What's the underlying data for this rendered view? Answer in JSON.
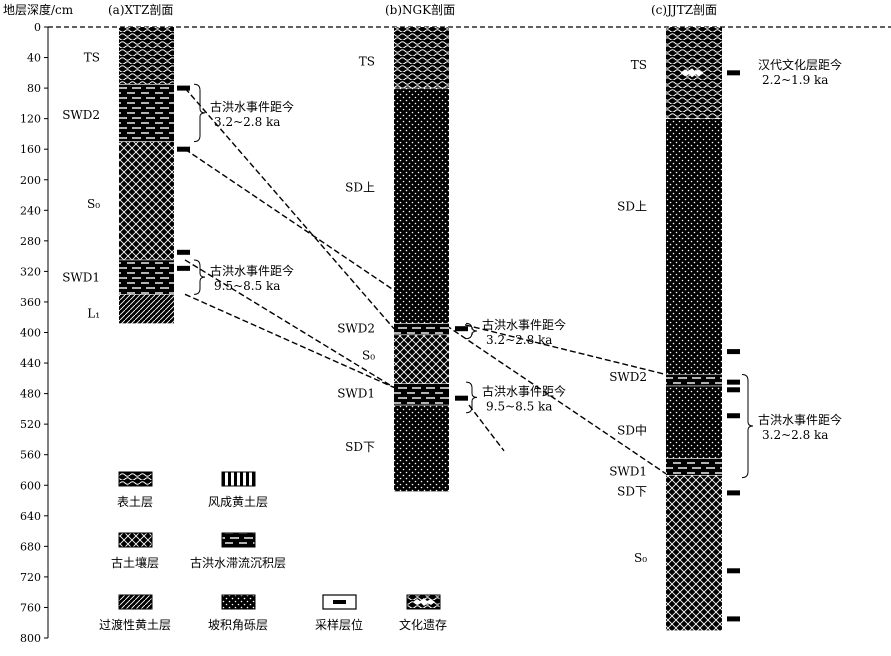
{
  "axis": {
    "title": "地层深度/cm",
    "range": [
      0,
      800
    ],
    "ticks": [
      "0",
      "40",
      "80",
      "120",
      "160",
      "200",
      "240",
      "280",
      "320",
      "360",
      "400",
      "440",
      "480",
      "520",
      "560",
      "600",
      "640",
      "680",
      "720",
      "760",
      "800"
    ]
  },
  "sections": [
    {
      "id": "xtz",
      "title": "(a)XTZ剖面",
      "layers": [
        {
          "from": 0,
          "to": 75,
          "type": "topsoil"
        },
        {
          "from": 75,
          "to": 150,
          "type": "flood"
        },
        {
          "from": 150,
          "to": 305,
          "type": "paleosol"
        },
        {
          "from": 305,
          "to": 350,
          "type": "flood"
        },
        {
          "from": 350,
          "to": 388,
          "type": "transitional"
        }
      ],
      "labels": [
        {
          "text": "TS",
          "depth": 40
        },
        {
          "text": "SWD2",
          "depth": 115
        },
        {
          "text": "S₀",
          "depth": 232
        },
        {
          "text": "SWD1",
          "depth": 328
        },
        {
          "text": "L₁",
          "depth": 375
        }
      ],
      "samples": [
        80,
        160,
        295,
        316
      ],
      "notes": [
        {
          "line1": "古洪水事件距今",
          "line2": "3.2~2.8 ka",
          "from": 75,
          "to": 150
        },
        {
          "line1": "古洪水事件距今",
          "line2": "9.5~8.5 ka",
          "from": 305,
          "to": 350
        }
      ]
    },
    {
      "id": "ngk",
      "title": "(b)NGK剖面",
      "layers": [
        {
          "from": 0,
          "to": 80,
          "type": "topsoil"
        },
        {
          "from": 80,
          "to": 388,
          "type": "colluvial"
        },
        {
          "from": 388,
          "to": 403,
          "type": "flood"
        },
        {
          "from": 403,
          "to": 467,
          "type": "paleosol"
        },
        {
          "from": 467,
          "to": 495,
          "type": "flood"
        },
        {
          "from": 495,
          "to": 608,
          "type": "colluvial"
        }
      ],
      "labels": [
        {
          "text": "TS",
          "depth": 45
        },
        {
          "text": "SD上",
          "depth": 210
        },
        {
          "text": "SWD2",
          "depth": 395
        },
        {
          "text": "S₀",
          "depth": 430
        },
        {
          "text": "SWD1",
          "depth": 480
        },
        {
          "text": "SD下",
          "depth": 550
        }
      ],
      "samples": [
        395,
        486
      ],
      "notes": [
        {
          "line1": "古洪水事件距今",
          "line2": "3.2~2.8 ka",
          "from": 388,
          "to": 408
        },
        {
          "line1": "古洪水事件距今",
          "line2": "9.5~8.5 ka",
          "from": 465,
          "to": 505
        }
      ]
    },
    {
      "id": "jjtz",
      "title": "(c)JJTZ剖面",
      "layers": [
        {
          "from": 0,
          "to": 120,
          "type": "topsoil"
        },
        {
          "from": 120,
          "to": 455,
          "type": "colluvial"
        },
        {
          "from": 455,
          "to": 470,
          "type": "flood"
        },
        {
          "from": 470,
          "to": 565,
          "type": "colluvial"
        },
        {
          "from": 565,
          "to": 587,
          "type": "flood"
        },
        {
          "from": 587,
          "to": 790,
          "type": "paleosol"
        }
      ],
      "labels": [
        {
          "text": "TS",
          "depth": 50
        },
        {
          "text": "SD上",
          "depth": 235
        },
        {
          "text": "SWD2",
          "depth": 458
        },
        {
          "text": "SD中",
          "depth": 528
        },
        {
          "text": "SWD1",
          "depth": 582
        },
        {
          "text": "SD下",
          "depth": 608
        },
        {
          "text": "S₀",
          "depth": 695
        }
      ],
      "artifacts": [
        60
      ],
      "samples": [
        60,
        425,
        465,
        475,
        509,
        610,
        712,
        775
      ],
      "notes": [
        {
          "line1": "汉代文化层距今",
          "line2": "2.2~1.9 ka",
          "from": 40,
          "to": 75,
          "plain": true
        },
        {
          "line1": "古洪水事件距今",
          "line2": "3.2~2.8 ka",
          "from": 455,
          "to": 590
        }
      ]
    }
  ],
  "correlations": [
    {
      "from": [
        "xtz",
        80
      ],
      "to": [
        "ngk",
        395
      ]
    },
    {
      "from": [
        "xtz",
        160
      ],
      "to": [
        "jjtz",
        585
      ]
    },
    {
      "from": [
        "xtz",
        305
      ],
      "to": [
        "ngk",
        472
      ]
    },
    {
      "from": [
        "xtz",
        350
      ],
      "to": [
        "ngk",
        472
      ]
    },
    {
      "from": [
        "ngk",
        390
      ],
      "to": [
        "jjtz",
        455
      ]
    },
    {
      "from": [
        "ngk",
        495
      ],
      "to": [
        "ngk",
        555
      ]
    }
  ],
  "legend": [
    {
      "label": "表土层",
      "type": "topsoil"
    },
    {
      "label": "风成黄土层",
      "type": "loess"
    },
    {
      "label": "古土壤层",
      "type": "paleosol"
    },
    {
      "label": "古洪水滞流沉积层",
      "type": "flood"
    },
    {
      "label": "过渡性黄土层",
      "type": "transitional"
    },
    {
      "label": "坡积角砾层",
      "type": "colluvial"
    },
    {
      "label": "采样层位",
      "type": "sample"
    },
    {
      "label": "文化遗存",
      "type": "culture"
    }
  ]
}
